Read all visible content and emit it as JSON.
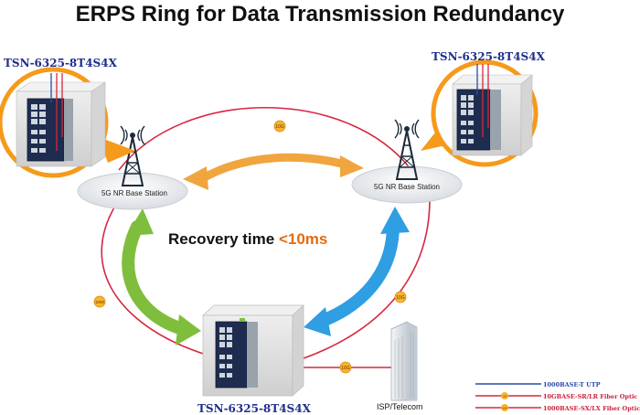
{
  "title": "ERPS Ring for Data Transmission Redundancy",
  "switches": {
    "top_left": "TSN-6325-8T4S4X",
    "top_right": "TSN-6325-8T4S4X",
    "bottom": "TSN-6325-8T4S4X"
  },
  "base_stations": {
    "left": "5G NR Base Station",
    "right": "5G NR Base Station"
  },
  "recovery": {
    "label": "Recovery time ",
    "value": "<10ms"
  },
  "isp_label": "ISP/Telecom",
  "link_badges": {
    "top": "10G",
    "left": "1000",
    "right": "10G",
    "bottom": "10G"
  },
  "legend": [
    {
      "label": "1000BASE-T UTP",
      "color": "#2d4aa8",
      "badge": ""
    },
    {
      "label": "10GBASE-SR/LR Fiber Optic",
      "color": "#c8233a",
      "badge": "10G"
    },
    {
      "label": "1000BASE-SX/LX Fiber Optic",
      "color": "#c8233a",
      "badge": "1000"
    }
  ],
  "colors": {
    "ring": "#d8263f",
    "utp": "#2d4aa8",
    "orange_arrow": "#f0a53e",
    "green_arrow": "#7fbe3c",
    "blue_arrow": "#2f9ee2",
    "badge_fill": "#f7b52a",
    "callout": "#f59a1b"
  }
}
